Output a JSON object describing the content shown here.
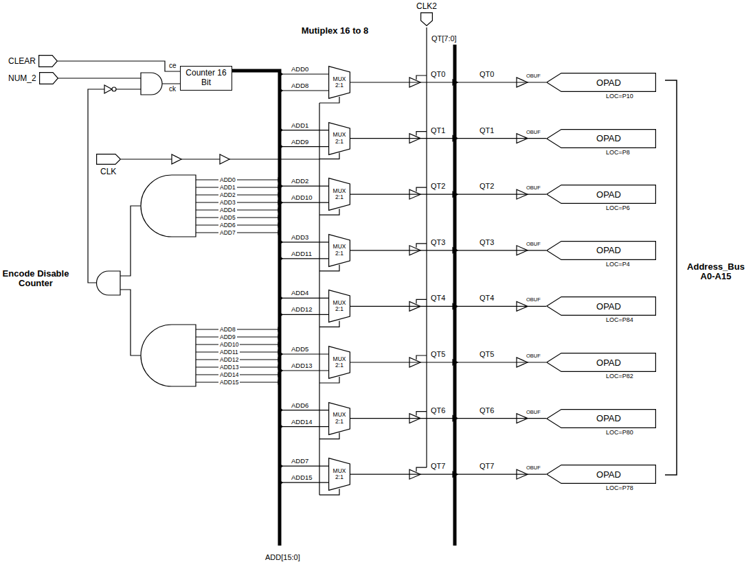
{
  "diagram": {
    "nodes": [
      {
        "text": [
          "CLEAR"
        ]
      },
      {
        "text": [
          "NUM_2"
        ]
      },
      {
        "text": [
          "Counter 16 Bit"
        ]
      },
      {
        "text": [
          "CLK"
        ]
      },
      {
        "text": [
          "CLK2"
        ]
      },
      {
        "text": [
          "MUX 2:1"
        ]
      },
      {
        "text": [
          "MUX 2:1"
        ]
      },
      {
        "text": [
          "MUX 2:1"
        ]
      },
      {
        "text": [
          "MUX 2:1"
        ]
      },
      {
        "text": [
          "MUX 2:1"
        ]
      },
      {
        "text": [
          "MUX 2:1"
        ]
      },
      {
        "text": [
          "MUX 2:1"
        ]
      },
      {
        "text": [
          "MUX 2:1"
        ]
      },
      {
        "text": [
          "OPAD"
        ]
      },
      {
        "text": [
          "OPAD"
        ]
      },
      {
        "text": [
          "OPAD"
        ]
      },
      {
        "text": [
          "OPAD"
        ]
      },
      {
        "text": [
          "OPAD"
        ]
      },
      {
        "text": [
          "OPAD"
        ]
      },
      {
        "text": [
          "OPAD"
        ]
      },
      {
        "text": [
          "OPAD"
        ]
      }
    ],
    "edges": [
      {
        "from": 0,
        "to": 2,
        "arrow": "none"
      },
      {
        "from": 1,
        "to": 2,
        "arrow": "none"
      },
      {
        "from": 5,
        "to": 13,
        "arrow": "none"
      },
      {
        "from": 6,
        "to": 14,
        "arrow": "none"
      },
      {
        "from": 7,
        "to": 15,
        "arrow": "none"
      },
      {
        "from": 8,
        "to": 16,
        "arrow": "none"
      },
      {
        "from": 9,
        "to": 17,
        "arrow": "none"
      },
      {
        "from": 10,
        "to": 18,
        "arrow": "none"
      },
      {
        "from": 11,
        "to": 19,
        "arrow": "none"
      },
      {
        "from": 12,
        "to": 20,
        "arrow": "none"
      }
    ],
    "labels": [
      "ce",
      "ck",
      "Mutiplex 16 to 8",
      "QT[7:0]",
      "ADD0",
      "ADD8",
      "QT0",
      "QT0",
      "OBUF",
      "LOC=P10",
      "ADD1",
      "ADD9",
      "QT1",
      "QT1",
      "OBUF",
      "LOC=P8",
      "ADD2",
      "ADD10",
      "QT2",
      "QT2",
      "OBUF",
      "LOC=P6",
      "ADD3",
      "ADD11",
      "QT3",
      "QT3",
      "OBUF",
      "LOC=P4",
      "ADD4",
      "ADD12",
      "QT4",
      "QT4",
      "OBUF",
      "LOC=P84",
      "ADD5",
      "ADD13",
      "QT5",
      "QT5",
      "OBUF",
      "LOC=P82",
      "ADD6",
      "ADD14",
      "QT6",
      "QT6",
      "OBUF",
      "LOC=P80",
      "ADD7",
      "ADD15",
      "QT7",
      "QT7",
      "OBUF",
      "LOC=P78",
      "ADD0",
      "ADD1",
      "ADD2",
      "ADD3",
      "ADD4",
      "ADD5",
      "ADD6",
      "ADD7",
      "ADD8",
      "ADD9",
      "ADD10",
      "ADD11",
      "ADD12",
      "ADD13",
      "ADD14",
      "ADD15",
      "Encode Disable Counter",
      "Address_Bus A0-A15",
      "ADD[15:0]"
    ]
  }
}
